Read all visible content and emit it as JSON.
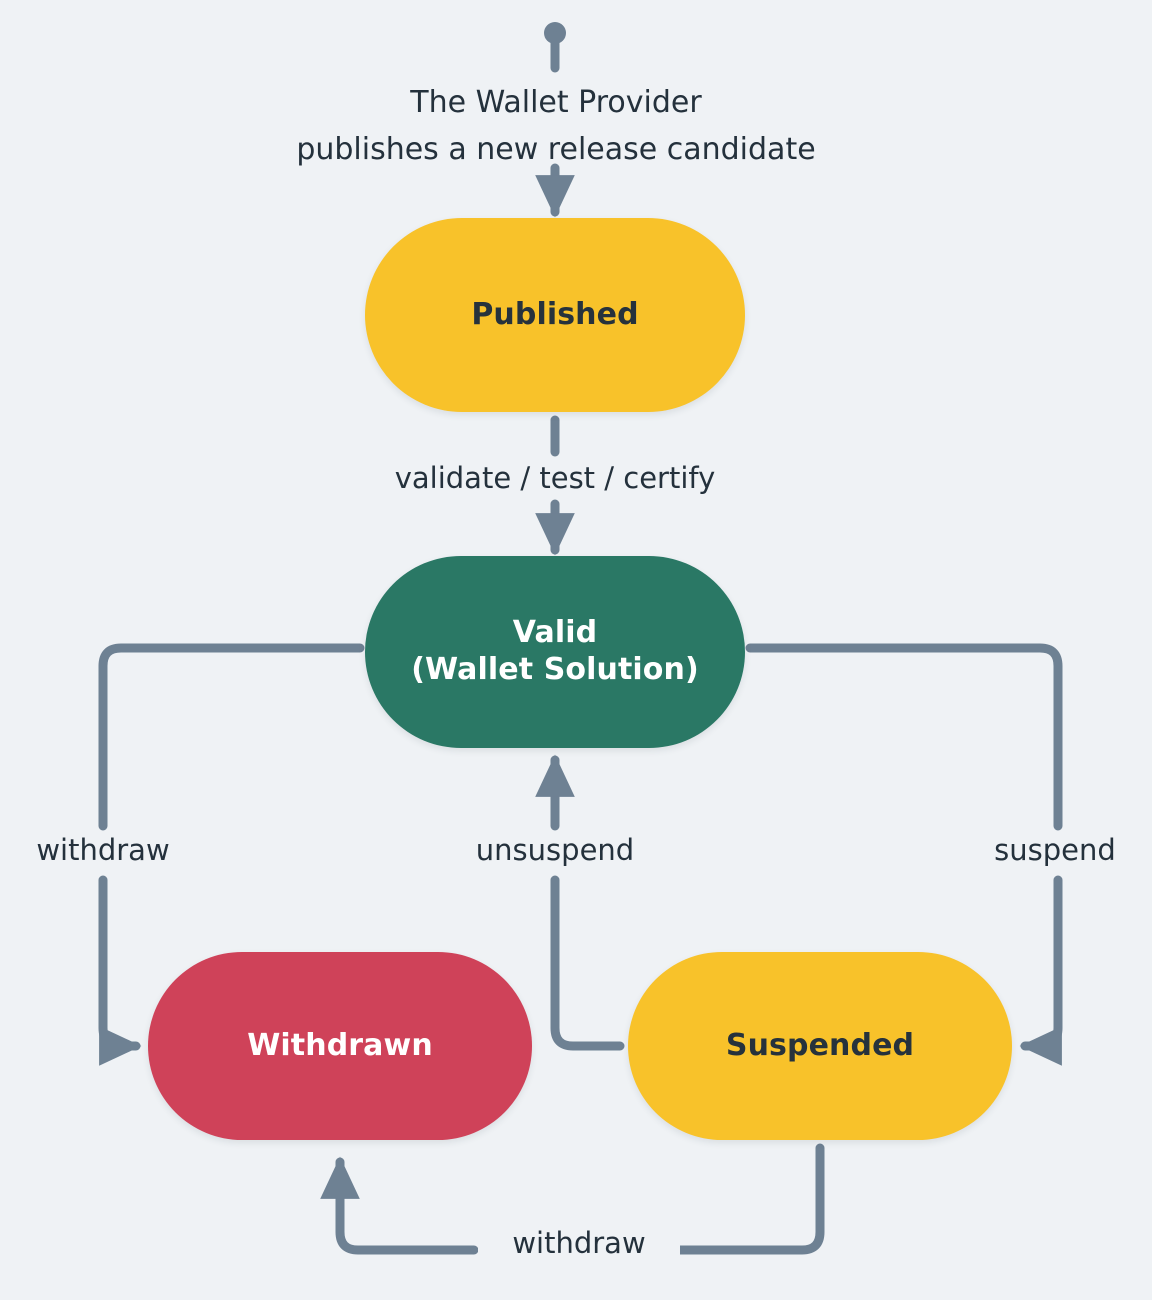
{
  "diagram": {
    "type": "state-machine",
    "title_text": "",
    "background_color": "#eff2f5",
    "edge_color": "#6e8193",
    "text_color": "#24313c",
    "start": {
      "marker": "filled-circle-with-stem",
      "label": "The Wallet Provider\npublishes a new release candidate"
    },
    "nodes": [
      {
        "id": "published",
        "label": "Published",
        "color": "#f8c22a",
        "text_color": "#26323c"
      },
      {
        "id": "valid",
        "label": "Valid\n(Wallet Solution)",
        "line1": "Valid",
        "line2": "(Wallet Solution)",
        "color": "#2a7865",
        "text_color": "#ffffff"
      },
      {
        "id": "withdrawn",
        "label": "Withdrawn",
        "color": "#cf4259",
        "text_color": "#ffffff"
      },
      {
        "id": "suspended",
        "label": "Suspended",
        "color": "#f8c22a",
        "text_color": "#26323c"
      }
    ],
    "edges": [
      {
        "from": "start",
        "to": "published",
        "label": ""
      },
      {
        "from": "published",
        "to": "valid",
        "label": "validate / test / certify"
      },
      {
        "from": "valid",
        "to": "withdrawn",
        "label": "withdraw"
      },
      {
        "from": "suspended",
        "to": "valid",
        "label": "unsuspend"
      },
      {
        "from": "valid",
        "to": "suspended",
        "label": "suspend"
      },
      {
        "from": "suspended",
        "to": "withdrawn",
        "label": "withdraw"
      }
    ]
  }
}
